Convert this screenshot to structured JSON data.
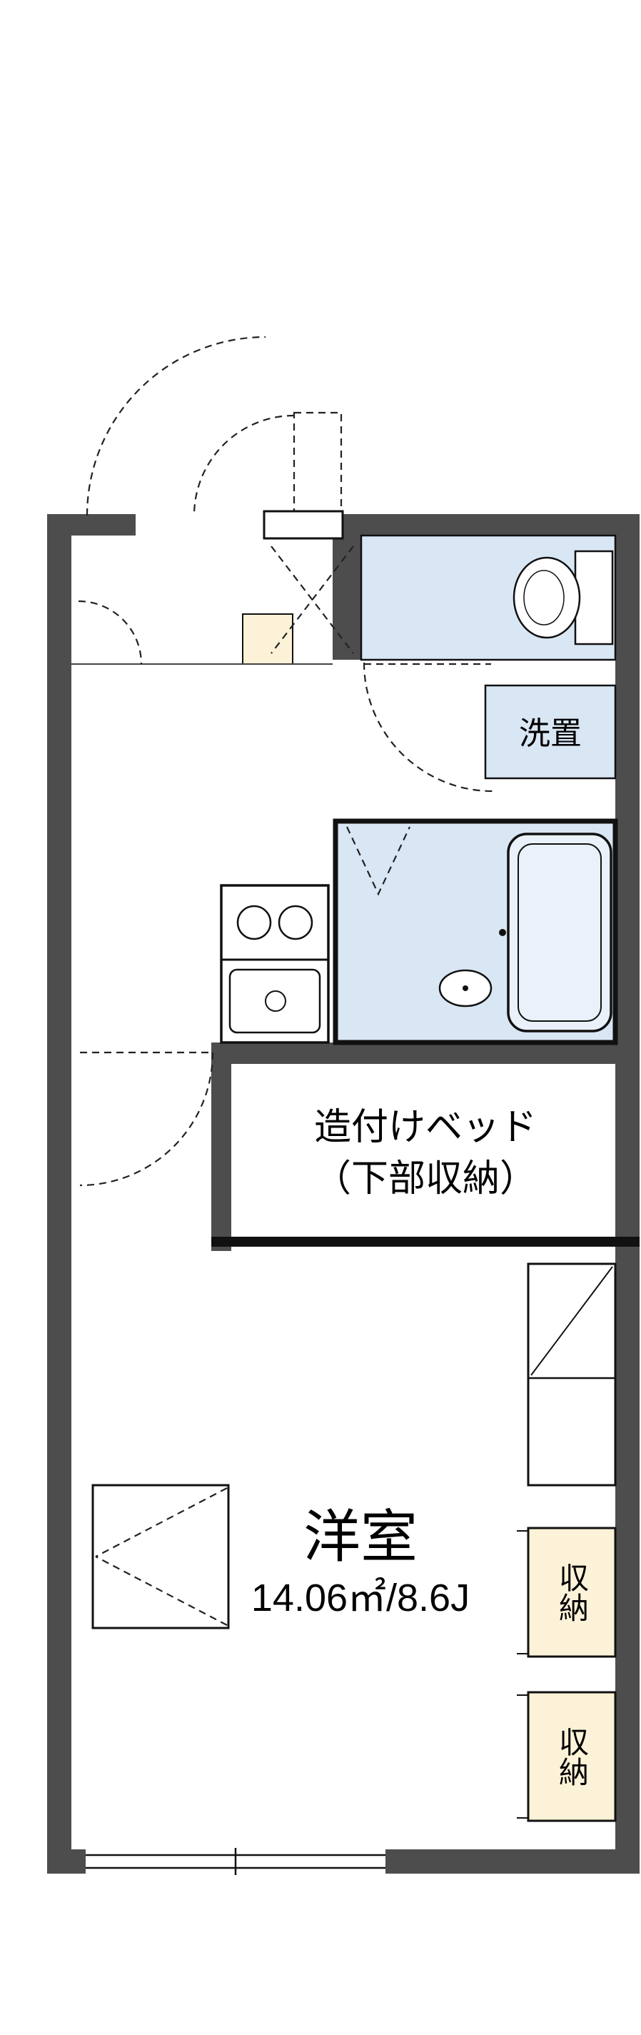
{
  "floorplan": {
    "labels": {
      "washer": "洗置",
      "bed_line1": "造付けベッド",
      "bed_line2": "（下部収納）",
      "room_name": "洋室",
      "room_area": "14.06㎡/8.6J",
      "storage_top": "収納",
      "storage_bottom": "収納"
    },
    "colors": {
      "wall": "#4d4d4d",
      "water_area": "#d9e6f4",
      "bathtub": "#eaf1fa",
      "storage_fill": "#fcf2d8",
      "line": "#111111",
      "background": "#ffffff"
    }
  }
}
